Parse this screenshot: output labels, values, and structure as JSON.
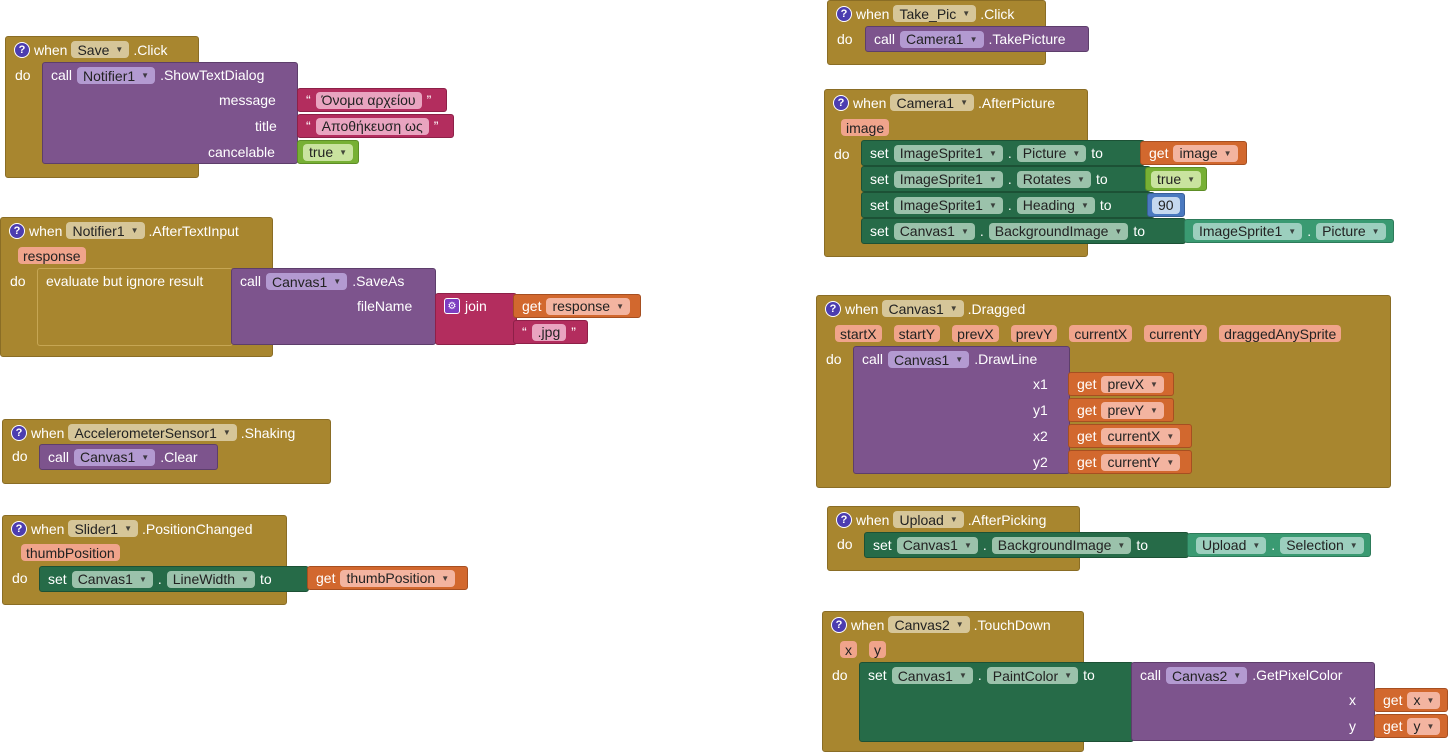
{
  "common": {
    "when": "when",
    "do": "do",
    "call": "call",
    "set": "set",
    "get": "get",
    "to": "to",
    "help": "?",
    "join": "join",
    "eval": "evaluate but ignore result"
  },
  "save_click": {
    "component": "Save",
    "event": ".Click",
    "call_comp": "Notifier1",
    "method": ".ShowTextDialog",
    "arg_message": "message",
    "arg_title": "title",
    "arg_cancel": "cancelable",
    "message": "Όνομα αρχείου",
    "title": "Αποθήκευση ως",
    "cancelable": "true"
  },
  "after_text": {
    "component": "Notifier1",
    "event": ".AfterTextInput",
    "param": "response",
    "call_comp": "Canvas1",
    "method": ".SaveAs",
    "arg_fileName": "fileName",
    "get_var": "response",
    "ext": ".jpg"
  },
  "shaking": {
    "component": "AccelerometerSensor1",
    "event": ".Shaking",
    "call_comp": "Canvas1",
    "method": ".Clear"
  },
  "slider": {
    "component": "Slider1",
    "event": ".PositionChanged",
    "param": "thumbPosition",
    "set_comp": "Canvas1",
    "set_prop": "LineWidth",
    "get_var": "thumbPosition"
  },
  "take_pic": {
    "component": "Take_Pic",
    "event": ".Click",
    "call_comp": "Camera1",
    "method": ".TakePicture"
  },
  "after_picture": {
    "component": "Camera1",
    "event": ".AfterPicture",
    "param": "image",
    "rows": [
      {
        "comp": "ImageSprite1",
        "prop": "Picture",
        "value_type": "get",
        "value": "image"
      },
      {
        "comp": "ImageSprite1",
        "prop": "Rotates",
        "value_type": "bool",
        "value": "true"
      },
      {
        "comp": "ImageSprite1",
        "prop": "Heading",
        "value_type": "num",
        "value": "90"
      },
      {
        "comp": "Canvas1",
        "prop": "BackgroundImage",
        "value_type": "comp",
        "value": "ImageSprite1",
        "value_prop": "Picture"
      }
    ]
  },
  "dragged": {
    "component": "Canvas1",
    "event": ".Dragged",
    "params": [
      "startX",
      "startY",
      "prevX",
      "prevY",
      "currentX",
      "currentY",
      "draggedAnySprite"
    ],
    "call_comp": "Canvas1",
    "method": ".DrawLine",
    "args": [
      {
        "name": "x1",
        "var": "prevX"
      },
      {
        "name": "y1",
        "var": "prevY"
      },
      {
        "name": "x2",
        "var": "currentX"
      },
      {
        "name": "y2",
        "var": "currentY"
      }
    ]
  },
  "after_picking": {
    "component": "Upload",
    "event": ".AfterPicking",
    "set_comp": "Canvas1",
    "set_prop": "BackgroundImage",
    "value_comp": "Upload",
    "value_prop": "Selection"
  },
  "touch_down": {
    "component": "Canvas2",
    "event": ".TouchDown",
    "params": [
      "x",
      "y"
    ],
    "set_comp": "Canvas1",
    "set_prop": "PaintColor",
    "call_comp": "Canvas2",
    "method": ".GetPixelColor",
    "args": [
      {
        "name": "x",
        "var": "x"
      },
      {
        "name": "y",
        "var": "y"
      }
    ]
  },
  "colors": {
    "event": "#a8862f",
    "component_call": "#7d548d",
    "setter": "#266b48",
    "variable": "#d2682e",
    "text": "#b32d5e",
    "logic": "#77b034",
    "math": "#4a79c0",
    "component_getter": "#3a9a72"
  },
  "icons": {
    "help": "question-circle-icon",
    "dropdown": "triangle-down-icon",
    "mutator": "gear-icon"
  }
}
